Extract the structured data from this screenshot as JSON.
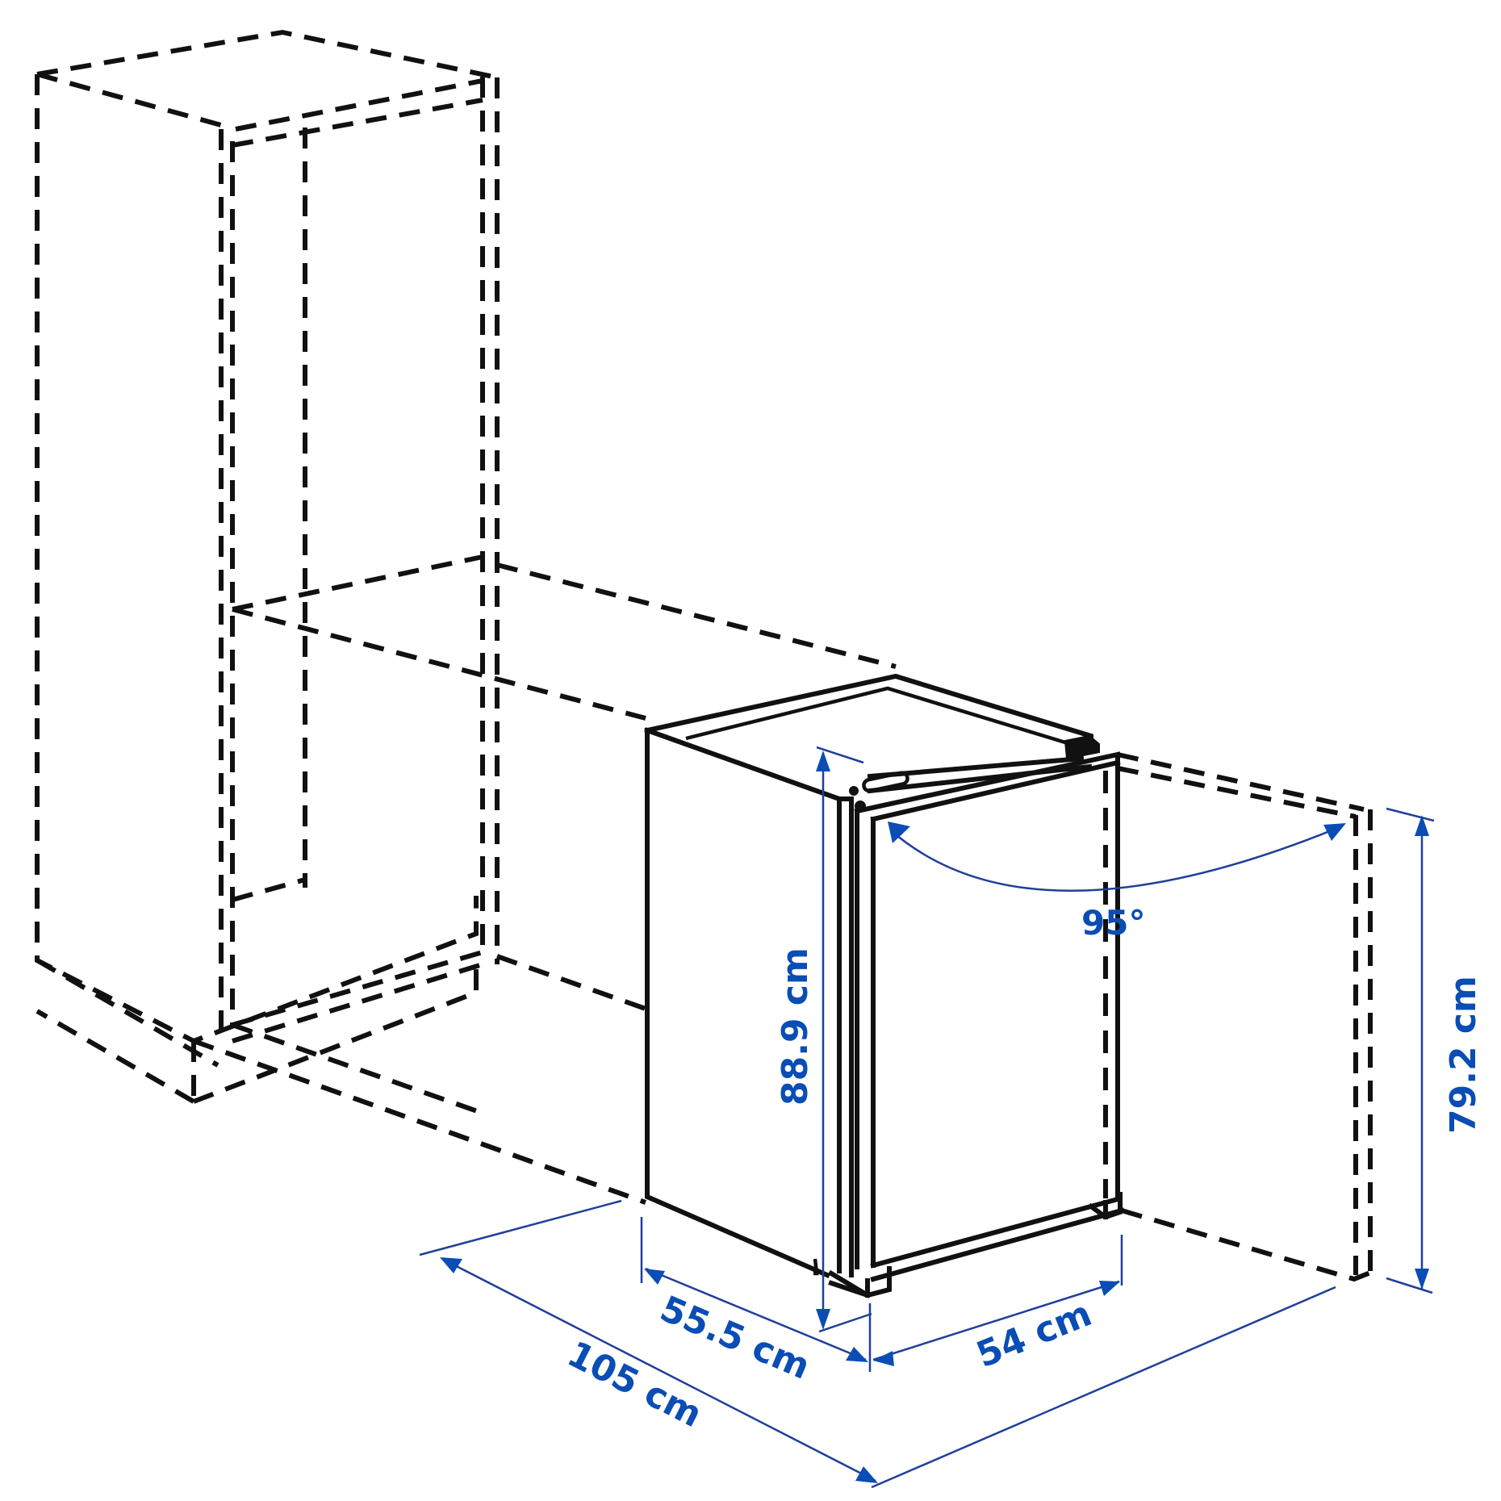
{
  "diagram": {
    "subject": "built-in refrigerator installation dimensions",
    "colors": {
      "line": "#111111",
      "dimension_line": "#1f3f9a",
      "dimension_text": "#0a4db5",
      "background": "#ffffff"
    },
    "dimensions": {
      "appliance_height": {
        "value": 88.9,
        "unit": "cm",
        "label": "88.9 cm"
      },
      "niche_height": {
        "value": 79.2,
        "unit": "cm",
        "label": "79.2 cm"
      },
      "appliance_depth": {
        "value": 55.5,
        "unit": "cm",
        "label": "55.5 cm"
      },
      "appliance_width": {
        "value": 54,
        "unit": "cm",
        "label": "54 cm"
      },
      "door_open_width": {
        "value": 105,
        "unit": "cm",
        "label": "105 cm"
      },
      "door_opening_angle": {
        "value": 95,
        "unit": "°",
        "label": "95°"
      }
    },
    "elements": [
      "tall-cabinet-outline (dashed)",
      "base-cabinet-outline (dashed)",
      "refrigerator-body (solid)",
      "refrigerator-door (solid)",
      "open-door-outline (dashed)"
    ]
  }
}
